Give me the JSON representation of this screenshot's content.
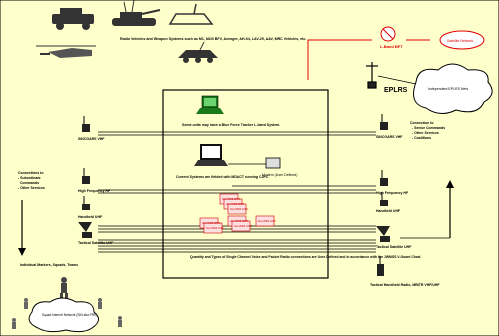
{
  "colors": {
    "background": "#ffffcc",
    "line": "#000000",
    "red_link": "#e00000",
    "terminal_green": "#1a7a1a",
    "radio_icon": "#222222",
    "card_fill": "#ffe0e0",
    "card_border": "#cc0000"
  },
  "top_labels": {
    "radio_vehicles": "Radio Vehicles and Weapon Systems such as M1, M2/3 BFV, Avenger, AH-64, LAV-25, AAV, MRC Vehicles, etc."
  },
  "left_column": {
    "sincgars": "SINCGARS VHF",
    "hf": "High Frequency HF",
    "handheld": "Handheld UHF",
    "tacsat": "Tactical Satellite UHF",
    "connections_title": "Connections to",
    "connections_items": [
      "- Subordinate",
      "Commands",
      "- Other Services"
    ],
    "individual_markers": "Individual Markers, Squads, Teams"
  },
  "right_column": {
    "sincgars": "SINCGARS VHF",
    "hf": "High Frequency HF",
    "handheld": "Handheld UHF",
    "tacsat": "Tactical Satellite UHF",
    "connections_title": "Connection to",
    "connections_items": [
      "- Senior Commands",
      "- Other Services",
      "- Coalitions"
    ],
    "handheld_radio": "Tactical Handheld Radio, MBITR VHF/UHF"
  },
  "center": {
    "blue_force": "Some units may have a Blue Force Tracker L-band System.",
    "current_systems": "Current Systems are fielded with MDACT running C2PC",
    "modem": "Modem (User Defined)",
    "quantity_note": "Quantity and Types of Single Channel Voice and Packet Radio connections are User Defined and in accordance with the JWMSS V-Guard Chart.",
    "cards": [
      "Net ANW2 C2PC",
      "Net ANW2 C2PC",
      "Net ANW2 C2PC",
      "Net ANW2 C2PC",
      "Net ANW2 C2PC",
      "Net ANW2 C2PC",
      "Net ANW2 C2PC",
      "Net ANW2 C2PC"
    ]
  },
  "network": {
    "lband": "L-Band BFT",
    "satellite_cloud": "Satellite Network",
    "eplrs": "EPLRS",
    "eplrs_cloud": "Independent EPLRS Nets",
    "squad_cloud": "Squad Internet Network (SIN aka PRR)"
  }
}
